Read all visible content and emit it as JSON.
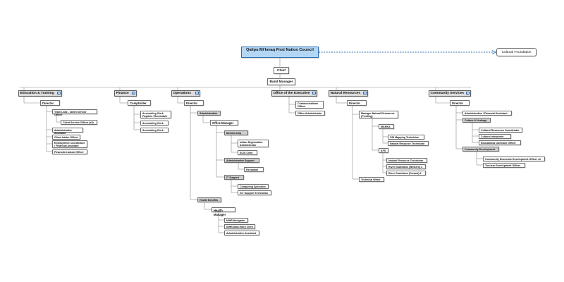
{
  "org": {
    "root": "Qalipu Mi'kmaq First Nation Council",
    "external": "Cultural Foundation",
    "chief": "Chief",
    "band_manager": "Band Manager"
  },
  "sections": [
    {
      "title": "Education & Training",
      "director": "Director",
      "items": [
        "Team Lead - Client Service Officer",
        "Client Service Officer (x5)",
        "Administrative Assistant",
        "Client Intake Officer",
        "Employment Coordinator / Financial Assistant",
        "Financial Liaison Officer"
      ]
    },
    {
      "title": "Finance",
      "director": "Comptroller",
      "items": [
        "Accounting Clerk Payable / Receivable",
        "Accounting Clerk",
        "Accounting Clerk"
      ]
    },
    {
      "title": "Operations",
      "director": "Director",
      "administration": "Administration",
      "office_manager": "Office Manager",
      "membership": "Membership",
      "membership_items": [
        "Indian Registration Administrator",
        "SCIS Clerk"
      ],
      "admin_support": "Administrative Support",
      "admin_support_items": [
        "Reception"
      ],
      "it_support": "IT Support",
      "it_items": [
        "Computing Specialist",
        "ICT Support Technician"
      ],
      "health_benefits": "Health Benefits",
      "health_manager": "Health Manager",
      "health_items": [
        "NIHB Navigator",
        "NIHB Data Entry Clerk",
        "Administrative Assistant"
      ]
    },
    {
      "title": "Office of the Executive",
      "items": [
        "Communications Officer",
        "Office Administrator"
      ]
    },
    {
      "title": "Natural Resources",
      "director": "Director",
      "manager": "Manager Natural Resources (Pending)",
      "mamka": "MAMKA",
      "mamka_items": [
        "GIS Mapping Technician",
        "Natural Resource Technician"
      ],
      "afs": "AFS",
      "afs_items": [
        "Natural Resource Technician",
        "River Guardians (Western) 4",
        "River Guardians (Central) 6"
      ],
      "tech_writer": "Technical Writer"
    },
    {
      "title": "Community Services",
      "director": "Director",
      "admin_fin": "Administrative / Financial Assistant",
      "culture": "Culture & Heritage",
      "culture_items": [
        "Cultural Resources Coordinator",
        "Cultural Interpreter",
        "Educational Outreach Officer"
      ],
      "community_dev": "Community Development",
      "community_dev_items": [
        "Community Economic Development Officer x2",
        "Tourism Development Officer"
      ]
    }
  ]
}
